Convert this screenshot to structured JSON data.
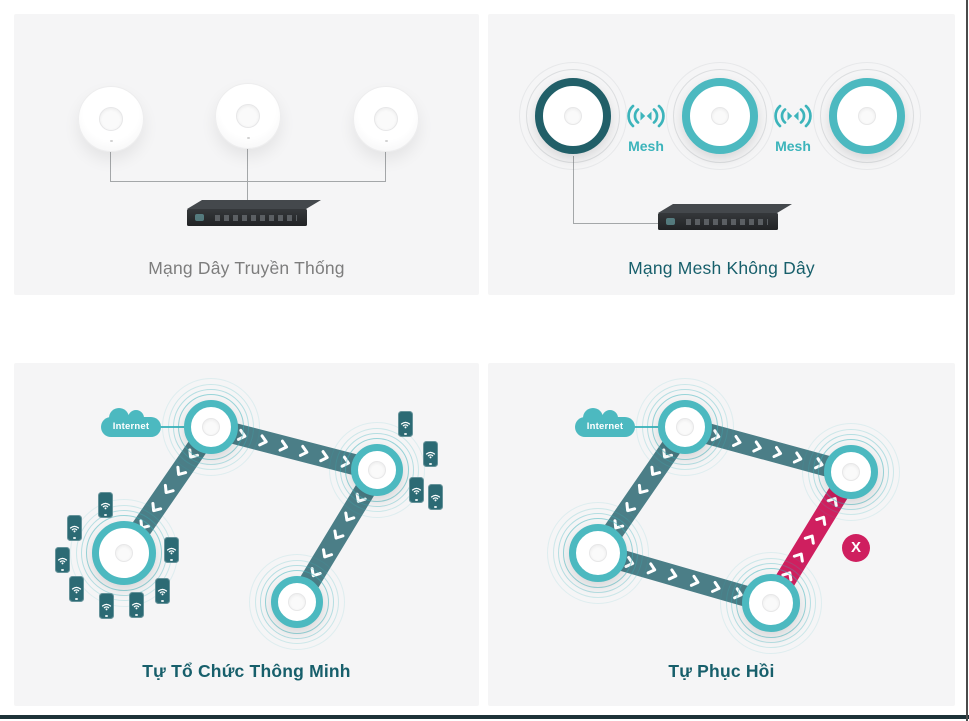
{
  "page": {
    "background": "#ffffff",
    "bottom_bar_color": "#1d3238"
  },
  "colors": {
    "panel_background": "#f5f5f6",
    "accent_teal": "#4cb9c0",
    "dark_ring_teal": "#215f68",
    "link_teal": "#4b7e87",
    "link_failure_pink": "#cf1f5f",
    "caption_teal": "#175f6b",
    "caption_gray": "#7d7d7d",
    "device_dark": "#2c2f32",
    "client_phone_teal": "#2c6a74",
    "mesh_label_teal": "#3cb4bb"
  },
  "icons": {
    "mesh_link": "double-arc-wireless-arrows",
    "internet": "cloud",
    "client": "smartphone-with-wifi",
    "link_failure": "x-in-circle",
    "flow": "white-chevron-arrow",
    "access_point": "ceiling-ap-disc",
    "switch": "rack-switch"
  },
  "panels": [
    {
      "caption": "Mạng Dây Truyền Thống"
    },
    {
      "caption": "Mạng Mesh Không Dây",
      "mesh_label": "Mesh"
    },
    {
      "caption": "Tự Tổ Chức Thông Minh",
      "internet_label": "Internet"
    },
    {
      "caption": "Tự Phục Hồi",
      "internet_label": "Internet",
      "failure_label": "X"
    }
  ]
}
